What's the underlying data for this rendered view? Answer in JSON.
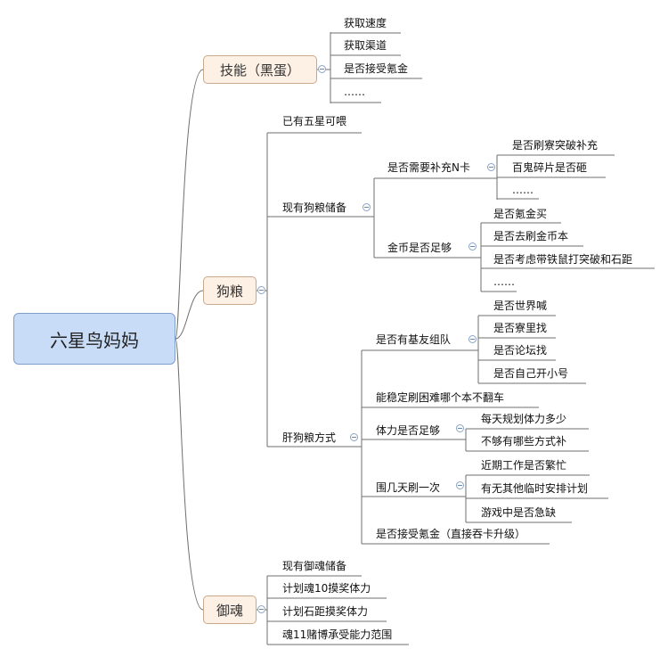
{
  "root": "六星鸟妈妈",
  "branches": {
    "skill": {
      "label": "技能（黑蛋）",
      "items": [
        "获取速度",
        "获取渠道",
        "是否接受氪金",
        "……"
      ]
    },
    "dogfood": {
      "label": "狗粮",
      "existing_five_star": "已有五星可喂",
      "reserve": {
        "label": "现有狗粮储备",
        "need_n_card": {
          "label": "是否需要补充N卡",
          "items": [
            "是否刷寮突破补充",
            "百鬼碎片是否砸",
            "……"
          ]
        },
        "gold_enough": {
          "label": "金币是否足够",
          "items": [
            "是否氪金买",
            "是否去刷金币本",
            "是否考虑带铁鼠打突破和石距",
            "……"
          ]
        }
      },
      "farming": {
        "label": "肝狗粮方式",
        "friends_team": {
          "label": "是否有基友组队",
          "items": [
            "是否世界喊",
            "是否寮里找",
            "是否论坛找",
            "是否自己开小号"
          ]
        },
        "stable_farm": "能稳定刷困难哪个本不翻车",
        "stamina_enough": {
          "label": "体力是否足够",
          "items": [
            "每天规划体力多少",
            "不够有哪些方式补"
          ]
        },
        "every_few_days": {
          "label": "围几天刷一次",
          "items": [
            "近期工作是否繁忙",
            "有无其他临时安排计划",
            "游戏中是否急缺"
          ]
        },
        "pay_for_stars": "是否接受氪金（直接吞卡升级）"
      }
    },
    "soul": {
      "label": "御魂",
      "items": [
        "现有御魂储备",
        "计划魂10摸奖体力",
        "计划石距摸奖体力",
        "魂11赌博承受能力范围"
      ]
    }
  }
}
